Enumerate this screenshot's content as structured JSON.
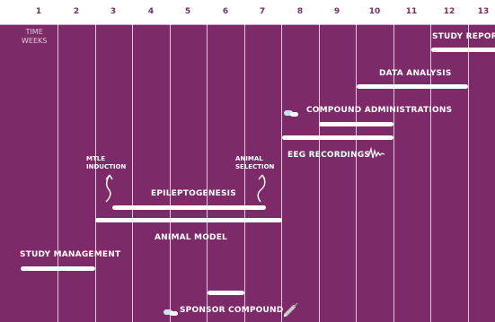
{
  "header": {
    "columns": [
      "1",
      "2",
      "3",
      "4",
      "5",
      "6",
      "7",
      "8",
      "9",
      "10",
      "11",
      "12",
      "13"
    ],
    "time_label": "TIME",
    "weeks_label": "WEEKS"
  },
  "labels": {
    "study_report": "STUDY REPORT",
    "data_analysis": "DATA ANALYSIS",
    "compound_administrations": "COMPOUND ADMINISTRATIONS",
    "eeg_recordings": "EEG RECORDINGS",
    "mtle_induction_line1": "MTLE",
    "mtle_induction_line2": "INDUCTION",
    "animal_selection_line1": "ANIMAL",
    "animal_selection_line2": "SELECTION",
    "epileptogenesis": "EPILEPTOGENESIS",
    "animal_model": "ANIMAL MODEL",
    "study_management": "STUDY MANAGEMENT",
    "sponsor_compound": "SPONSOR COMPOUND"
  },
  "icons": [
    "pill-icon",
    "eeg-wave-icon",
    "curved-arrow-icon",
    "syringe-icon"
  ],
  "colors": {
    "background": "#7d2a68",
    "foreground": "#ffffff"
  }
}
